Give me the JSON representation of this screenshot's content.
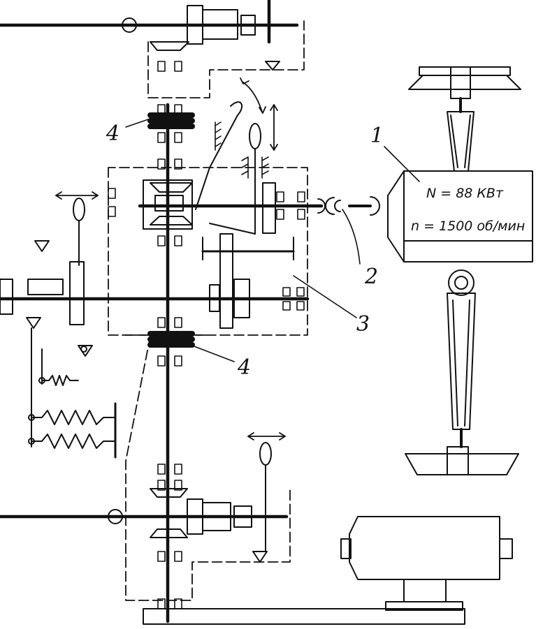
{
  "motor": {
    "power": "N = 88 КВт",
    "speed": "n = 1500 об/мин"
  },
  "labels": {
    "l1": "1",
    "l2": "2",
    "l3": "3",
    "l4a": "4",
    "l4b": "4"
  },
  "colors": {
    "ink": "#111111",
    "paper": "#ffffff"
  }
}
